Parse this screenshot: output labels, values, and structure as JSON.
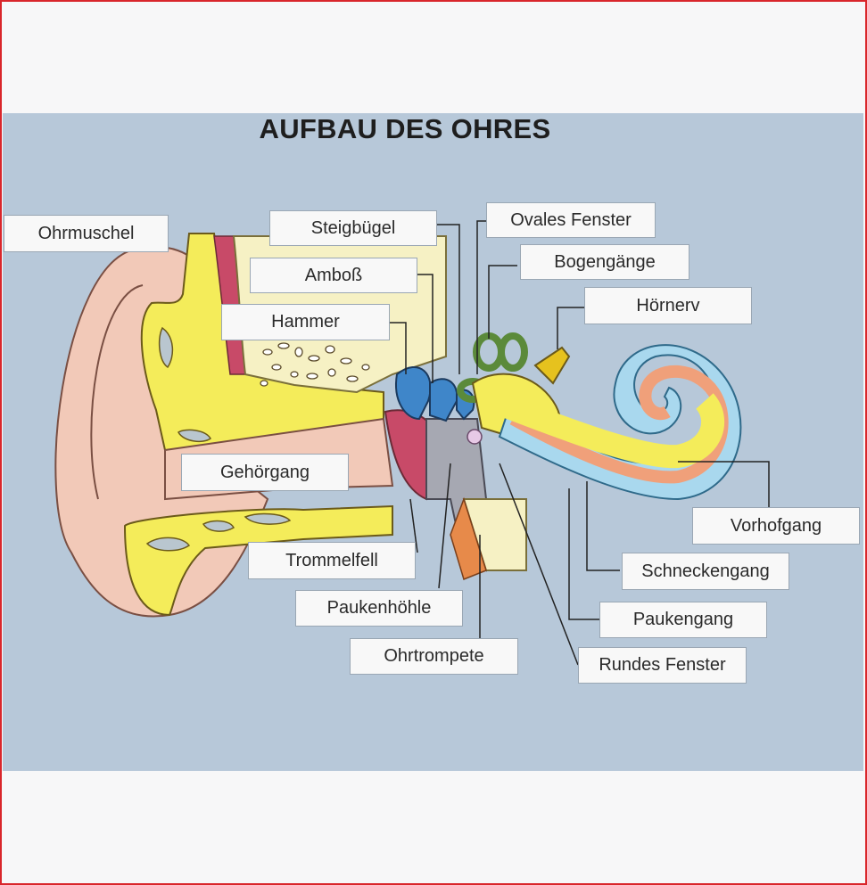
{
  "title": "AUFBAU DES OHRES",
  "labels": {
    "ohrmuschel": "Ohrmuschel",
    "steigbuegel": "Steigbügel",
    "ovales_fenster": "Ovales Fenster",
    "bogengaenge": "Bogengänge",
    "amboss": "Amboß",
    "hoernerv": "Hörnerv",
    "hammer": "Hammer",
    "gehoergang": "Gehörgang",
    "vorhofgang": "Vorhofgang",
    "trommelfell": "Trommelfell",
    "schneckengang": "Schneckengang",
    "paukenhoehle": "Paukenhöhle",
    "paukengang": "Paukengang",
    "ohrtrompete": "Ohrtrompete",
    "rundes_fenster": "Rundes Fenster"
  },
  "colors": {
    "frame": "#d9262b",
    "background_panel": "#b7c8d9",
    "skin": "#f2c9b8",
    "cartilage": "#f4ec5a",
    "bone": "#f6f1c4",
    "eardrum": "#c84a68",
    "ossicles": "#3f86c9",
    "semicircular_canals": "#5b8a3a",
    "nerve": "#e6c21e",
    "cochlea_outer": "#a9d8ee",
    "cochlea_middle": "#f0a07a"
  }
}
